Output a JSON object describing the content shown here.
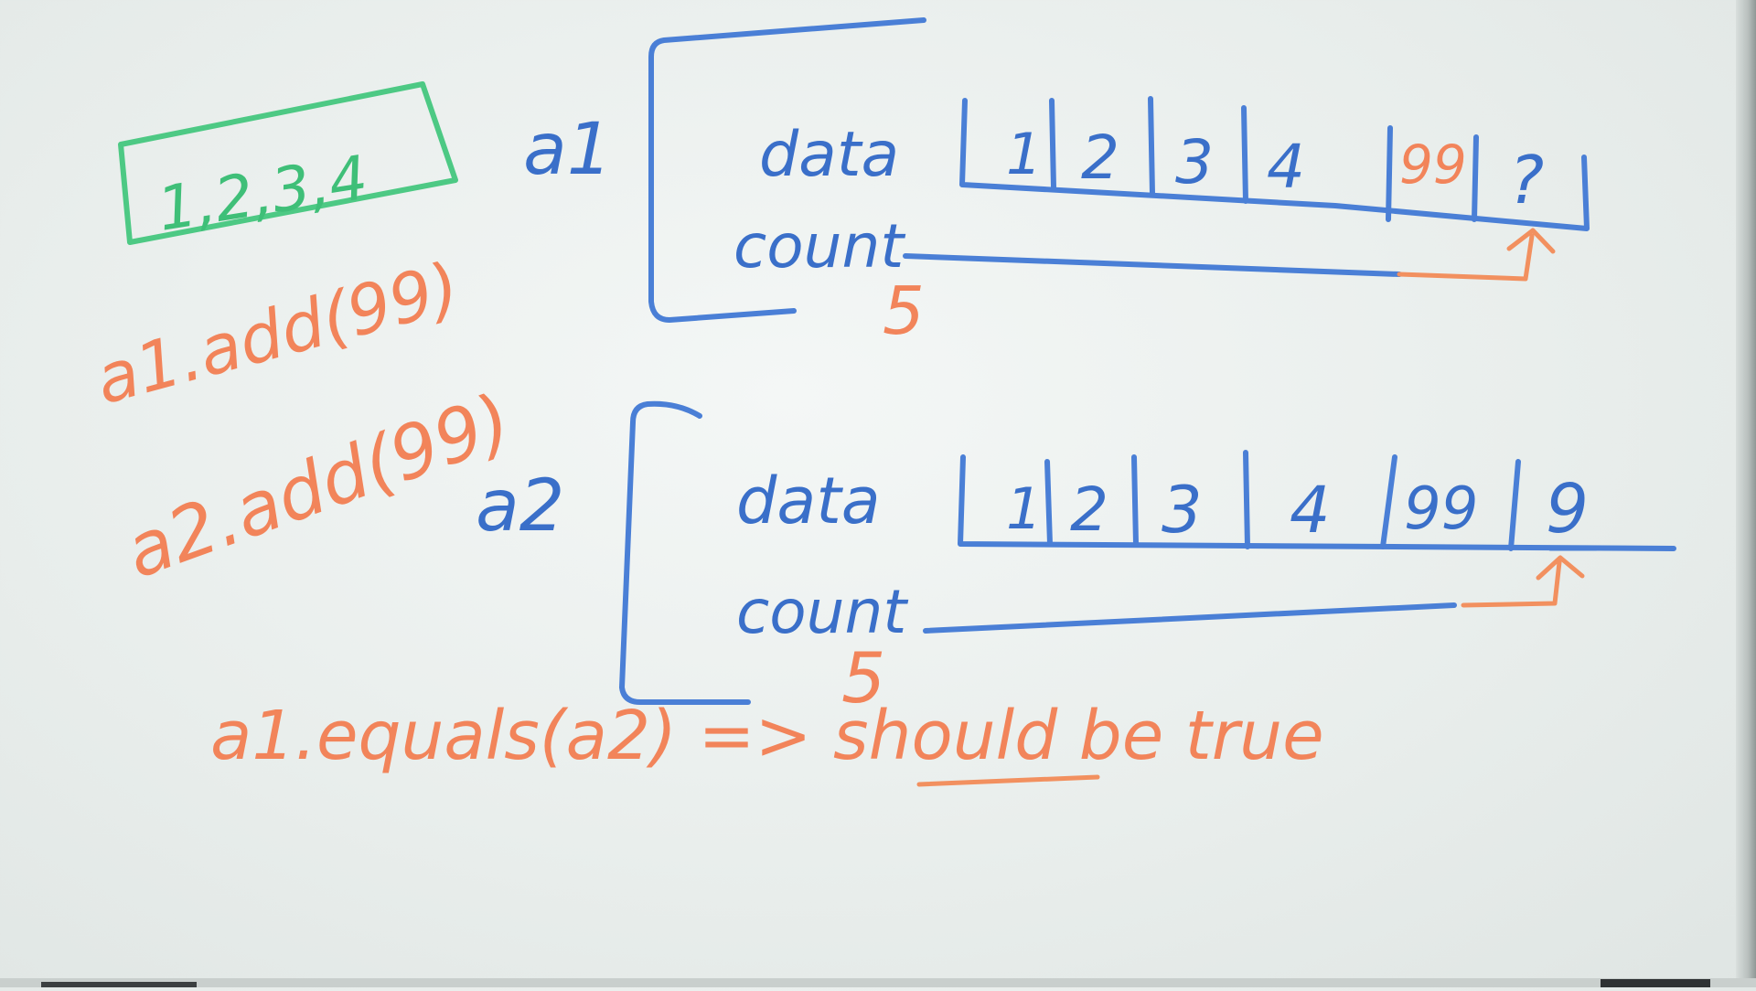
{
  "colors": {
    "blue_marker": "#3a6fc9",
    "orange_marker": "#f2845a",
    "green_marker": "#3fbf78",
    "board": "#eef2f1"
  },
  "notes": {
    "boxed_values": "1,2,3,4",
    "call_a1": "a1.add(99)",
    "call_a2": "a2.add(99)",
    "conclusion": "a1.equals(a2) => should be true"
  },
  "a1": {
    "label": "a1",
    "data_label": "data",
    "count_label": "count",
    "count_value": "5",
    "cells": [
      "1",
      "2",
      "3",
      "4",
      "99",
      "?"
    ]
  },
  "a2": {
    "label": "a2",
    "data_label": "data",
    "count_label": "count",
    "count_value": "5",
    "cells": [
      "1",
      "2",
      "3",
      "4",
      "99",
      "9"
    ]
  }
}
